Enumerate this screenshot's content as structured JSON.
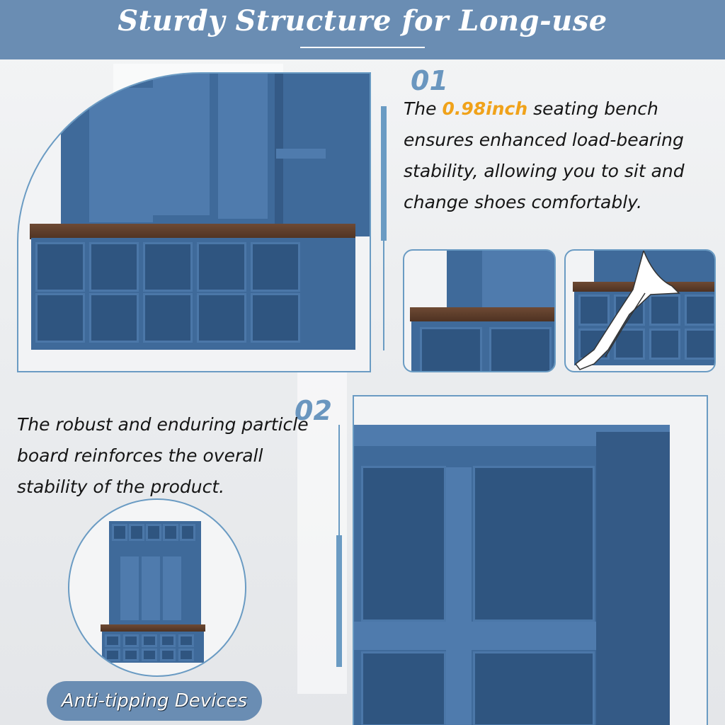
{
  "header": {
    "title": "Sturdy Structure for Long-use"
  },
  "section1": {
    "number": "01",
    "text_before": "The ",
    "highlight": "0.98inch",
    "text_after": " seating bench ensures enhanced load-bearing stability, allowing you to sit and change shoes comfortably."
  },
  "section2": {
    "number": "02",
    "text": "The robust and enduring particle board reinforces the overall stability of the product."
  },
  "badge": {
    "label": "Anti-tipping Devices"
  },
  "colors": {
    "header_bg": "#6a8db3",
    "accent_blue": "#6a96bf",
    "highlight_orange": "#f0a21a",
    "cabinet_blue": "#3f6a9a",
    "bench_wood": "#5c3b28"
  }
}
